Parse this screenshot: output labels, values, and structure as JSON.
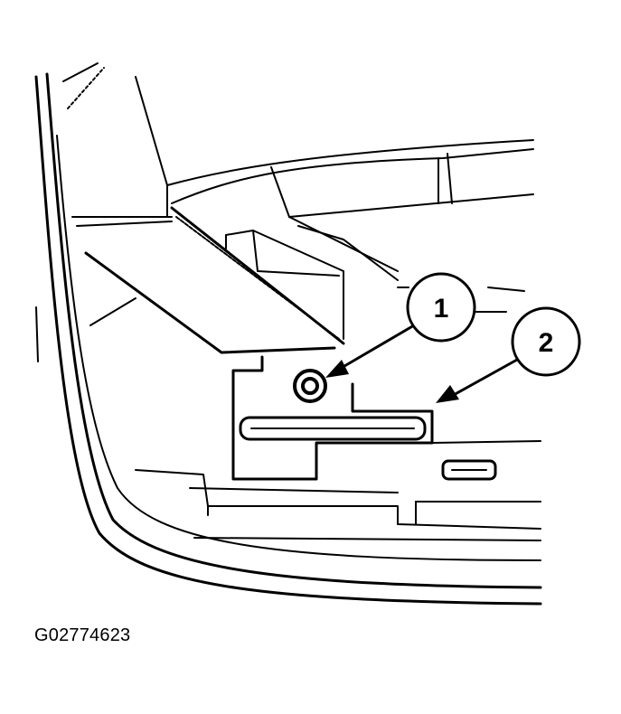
{
  "figure": {
    "code": "G02774623"
  },
  "callouts": [
    {
      "number": "1",
      "target": "retaining-screw"
    },
    {
      "number": "2",
      "target": "bracket-slot"
    }
  ],
  "colors": {
    "ink": "#000000",
    "paper": "#ffffff"
  }
}
